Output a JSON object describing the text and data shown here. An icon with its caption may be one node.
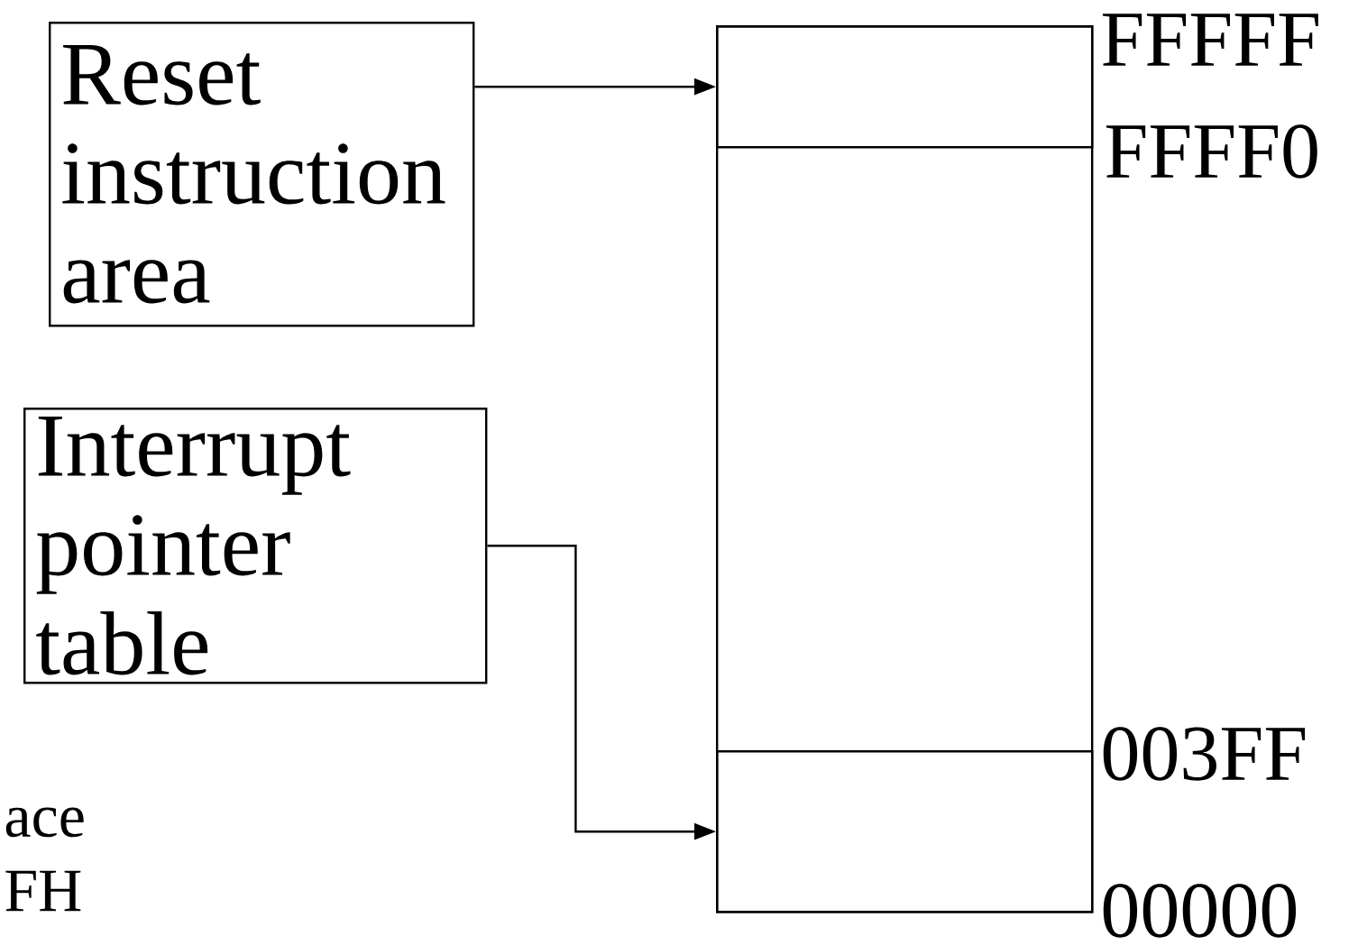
{
  "diagram": {
    "nodes": [
      {
        "text": [
          "Reset instruction area"
        ]
      },
      {
        "text": [
          "Interrupt pointer table"
        ]
      },
      {
        "text": [],
        "shape": "box"
      },
      {
        "text": [],
        "shape": "box",
        "in": 2
      },
      {
        "text": [],
        "shape": "box",
        "in": 2
      }
    ],
    "edges": [
      {
        "from": 0,
        "to": 3,
        "arrow": "to"
      },
      {
        "from": 1,
        "to": 4,
        "arrow": "to"
      }
    ],
    "labels": [
      "FFFFF",
      "FFFF0",
      "003FF",
      "00000",
      "ace",
      "FH"
    ]
  }
}
